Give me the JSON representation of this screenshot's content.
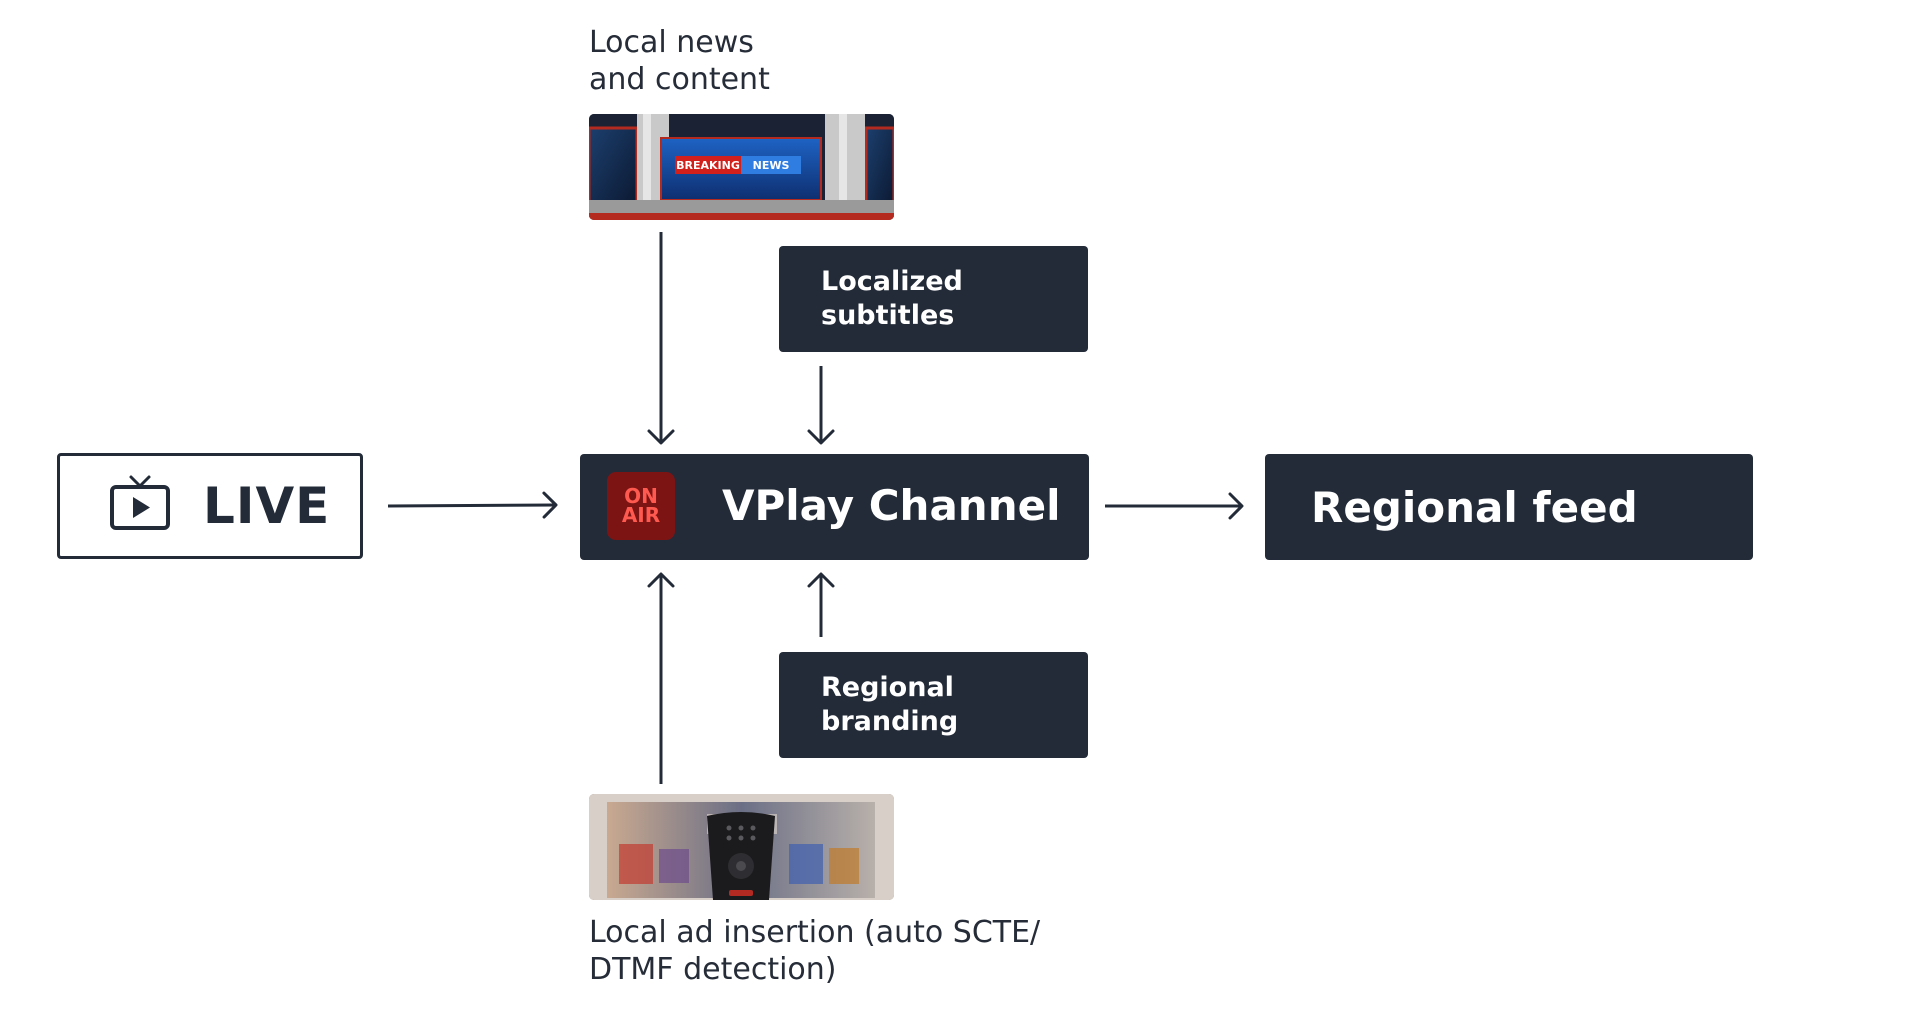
{
  "source": {
    "label": "LIVE",
    "icon": "tv-play-icon"
  },
  "hub": {
    "title": "VPlay Channel",
    "badge_line1": "ON",
    "badge_line2": "AIR",
    "badge_icon": "on-air-badge-icon"
  },
  "output": {
    "title": "Regional feed"
  },
  "inputs": {
    "local_news": {
      "caption": "Local news\nand content",
      "thumb_breaking": "BREAKING",
      "thumb_news": "NEWS"
    },
    "subtitles": {
      "label": "Localized\nsubtitles"
    },
    "branding": {
      "label": "Regional\nbranding"
    },
    "ad_insertion": {
      "caption": "Local ad insertion (auto SCTE/\nDTMF detection)"
    }
  },
  "colors": {
    "box_fill": "#232b38",
    "text_dark": "#262d38",
    "on_air_bg": "#7d1414",
    "on_air_text": "#ff5a50",
    "background": "#ffffff"
  }
}
